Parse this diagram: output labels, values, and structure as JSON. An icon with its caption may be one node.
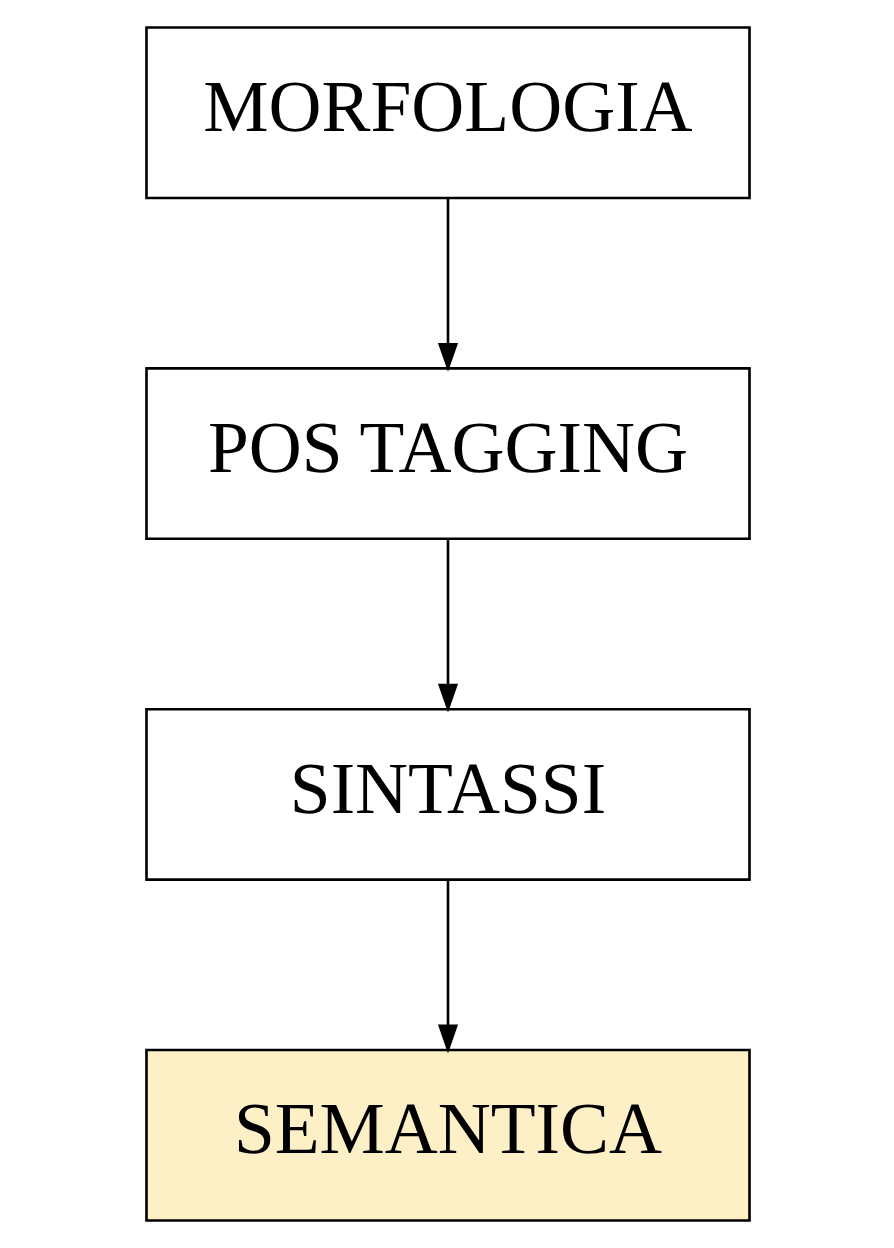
{
  "diagram": {
    "nodes": [
      {
        "text": [
          "MORFOLOGIA"
        ]
      },
      {
        "text": [
          "POS TAGGING"
        ]
      },
      {
        "text": [
          "SINTASSI"
        ]
      },
      {
        "text": [
          "SEMANTICA"
        ]
      }
    ],
    "edges": [
      {
        "from": 0,
        "to": 1,
        "arrow": "to"
      },
      {
        "from": 1,
        "to": 2,
        "arrow": "to"
      },
      {
        "from": 2,
        "to": 3,
        "arrow": "to"
      }
    ]
  }
}
